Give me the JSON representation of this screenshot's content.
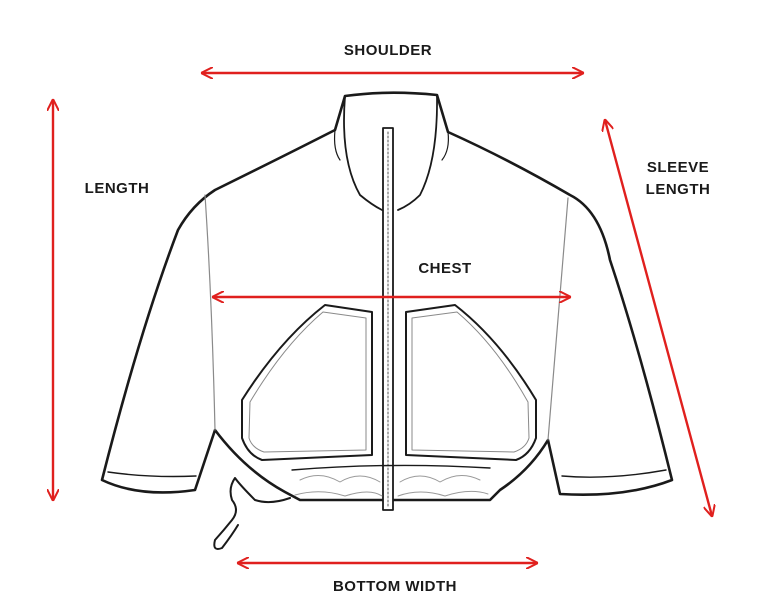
{
  "labels": {
    "shoulder": "SHOULDER",
    "length": "LENGTH",
    "sleeve_line1": "SLEEVE",
    "sleeve_line2": "LENGTH",
    "chest": "CHEST",
    "bottom_width": "BOTTOM WIDTH"
  },
  "colors": {
    "arrow": "#e0201e",
    "outline": "#1a1a1a",
    "detail": "#9a9a9a"
  },
  "illustration": "jacket-line-drawing"
}
